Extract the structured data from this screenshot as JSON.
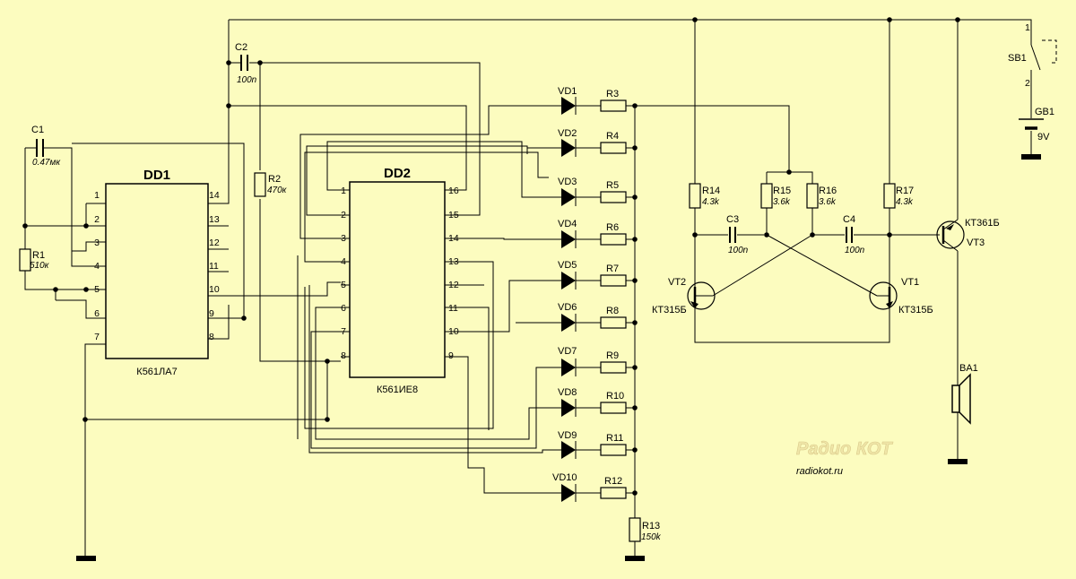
{
  "dd1": {
    "name": "DD1",
    "type": "К561ЛА7",
    "left_pins": [
      "1",
      "2",
      "3",
      "4",
      "5",
      "6",
      "7"
    ],
    "right_pins": [
      "14",
      "13",
      "12",
      "11",
      "10",
      "9",
      "8"
    ]
  },
  "dd2": {
    "name": "DD2",
    "type": "К561ИЕ8",
    "left_pins": [
      "1",
      "2",
      "3",
      "4",
      "5",
      "6",
      "7",
      "8"
    ],
    "right_pins": [
      "16",
      "15",
      "14",
      "13",
      "12",
      "11",
      "10",
      "9"
    ]
  },
  "c1": {
    "ref": "C1",
    "value": "0.47мк"
  },
  "c2": {
    "ref": "C2",
    "value": "100n"
  },
  "c3": {
    "ref": "C3",
    "value": "100n"
  },
  "c4": {
    "ref": "C4",
    "value": "100n"
  },
  "r1": {
    "ref": "R1",
    "value": "510к"
  },
  "r2": {
    "ref": "R2",
    "value": "470к"
  },
  "r13": {
    "ref": "R13",
    "value": "150k"
  },
  "r14": {
    "ref": "R14",
    "value": "4.3k"
  },
  "r15": {
    "ref": "R15",
    "value": "3.6k"
  },
  "r16": {
    "ref": "R16",
    "value": "3.6k"
  },
  "r17": {
    "ref": "R17",
    "value": "4.3k"
  },
  "diodes": [
    "VD1",
    "VD2",
    "VD3",
    "VD4",
    "VD5",
    "VD6",
    "VD7",
    "VD8",
    "VD9",
    "VD10"
  ],
  "diode_resistors": [
    "R3",
    "R4",
    "R5",
    "R6",
    "R7",
    "R8",
    "R9",
    "R10",
    "R11",
    "R12"
  ],
  "vt1": {
    "ref": "VT1",
    "type": "КТ315Б"
  },
  "vt2": {
    "ref": "VT2",
    "type": "КТ315Б"
  },
  "vt3": {
    "ref": "VT3",
    "type": "КТ361Б"
  },
  "sb1": {
    "ref": "SB1",
    "pin1": "1",
    "pin2": "2"
  },
  "gb1": {
    "ref": "GB1",
    "value": "9V"
  },
  "ba1": {
    "ref": "BA1"
  },
  "watermark": {
    "logo": "Радио КОТ",
    "url": "radiokot.ru"
  }
}
